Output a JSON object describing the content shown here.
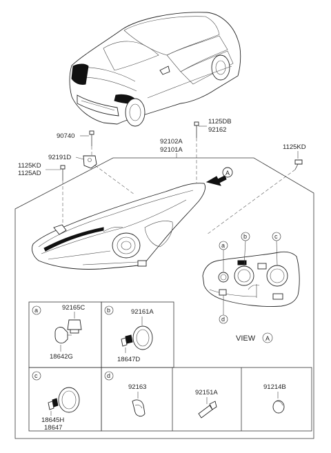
{
  "labels": {
    "bolt_90740": "90740",
    "bracket_92191D": "92191D",
    "bolt_1125KD_left": "1125KD",
    "bolt_1125AD": "1125AD",
    "screw_1125DB": "1125DB",
    "screw_92162": "92162",
    "headlamp_92102A": "92102A",
    "headlamp_92101A": "92101A",
    "bolt_1125KD_right": "1125KD",
    "view_marker": "A",
    "view_text": "VIEW",
    "view_circle": "A",
    "rear_a": "a",
    "rear_b": "b",
    "rear_c": "c",
    "rear_d": "d"
  },
  "grid": {
    "a": {
      "letter": "a",
      "part1": "92165C",
      "part2": "18642G"
    },
    "b": {
      "letter": "b",
      "part1": "92161A",
      "part2": "18647D"
    },
    "c": {
      "letter": "c",
      "part1": "18645H",
      "part2": "18647"
    },
    "d": {
      "letter": "d",
      "part1": "92163"
    },
    "e": {
      "part1": "92151A"
    },
    "f": {
      "part1": "91214B"
    }
  },
  "colors": {
    "line": "#333333",
    "dark_fill": "#111111",
    "background": "#ffffff"
  }
}
